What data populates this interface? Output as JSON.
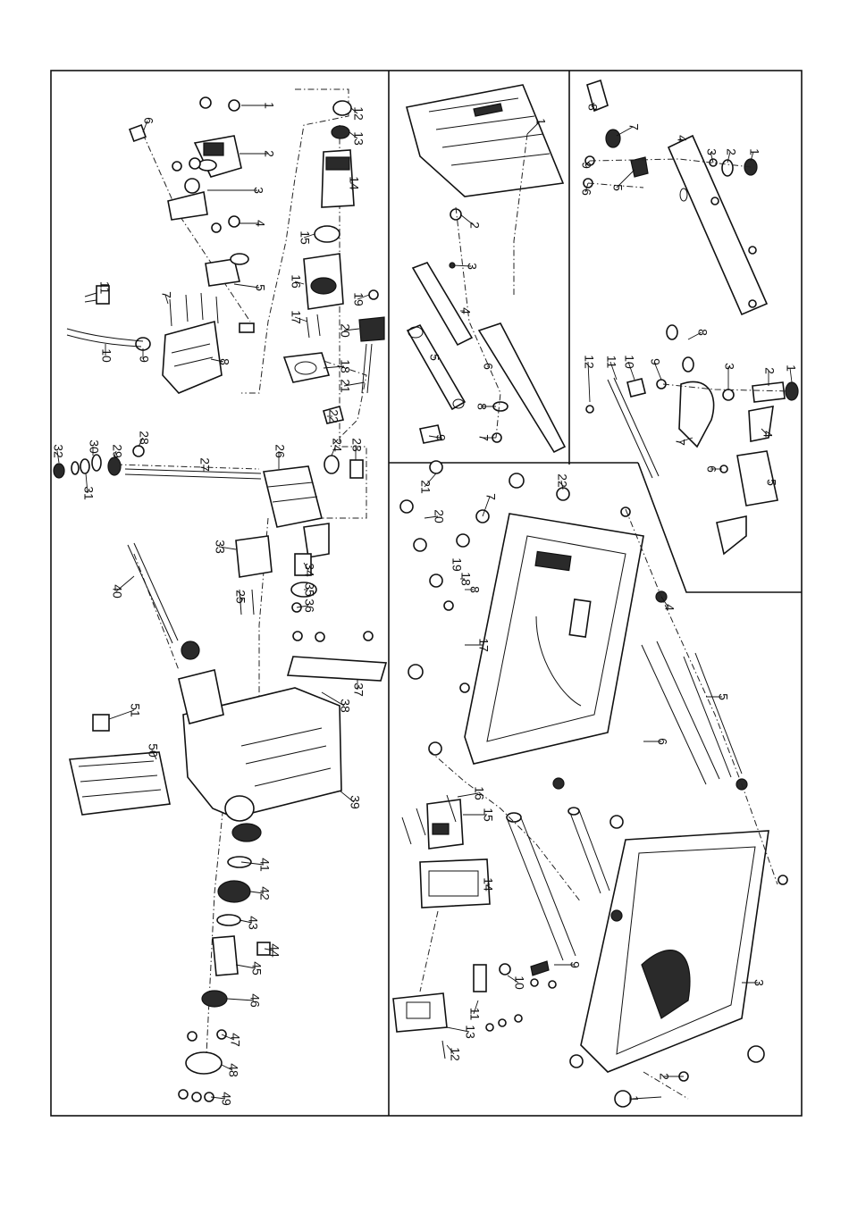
{
  "diagram": {
    "panels": [
      {
        "id": "motor-assembly",
        "callouts": [
          "1",
          "2",
          "3",
          "4",
          "5",
          "6",
          "7",
          "8",
          "9",
          "10",
          "11",
          "12",
          "13",
          "14",
          "15",
          "16",
          "17",
          "18",
          "19",
          "20",
          "21",
          "22",
          "23",
          "24",
          "25",
          "26",
          "27",
          "28",
          "29",
          "30",
          "31",
          "32",
          "33",
          "34",
          "35",
          "36",
          "37",
          "38",
          "39",
          "40",
          "41",
          "42",
          "43",
          "44",
          "45",
          "46",
          "47",
          "48",
          "49",
          "50",
          "51"
        ]
      },
      {
        "id": "blade-guard-assembly",
        "callouts": [
          "1",
          "2",
          "3",
          "4",
          "5",
          "6",
          "7",
          "8",
          "9"
        ]
      },
      {
        "id": "rip-fence-assembly",
        "callouts": [
          "1",
          "2",
          "3",
          "4",
          "5",
          "6",
          "7",
          "8",
          "9"
        ]
      },
      {
        "id": "miter-gauge-assembly",
        "callouts": [
          "1",
          "2",
          "3",
          "4",
          "5",
          "6",
          "7",
          "8",
          "9",
          "10",
          "11",
          "12"
        ]
      },
      {
        "id": "base-frame-assembly",
        "callouts": [
          "1",
          "2",
          "3",
          "4",
          "5",
          "6",
          "7",
          "8",
          "9",
          "10",
          "11",
          "12",
          "13",
          "14",
          "15",
          "16",
          "17",
          "18",
          "19",
          "20",
          "21",
          "22"
        ]
      }
    ]
  }
}
